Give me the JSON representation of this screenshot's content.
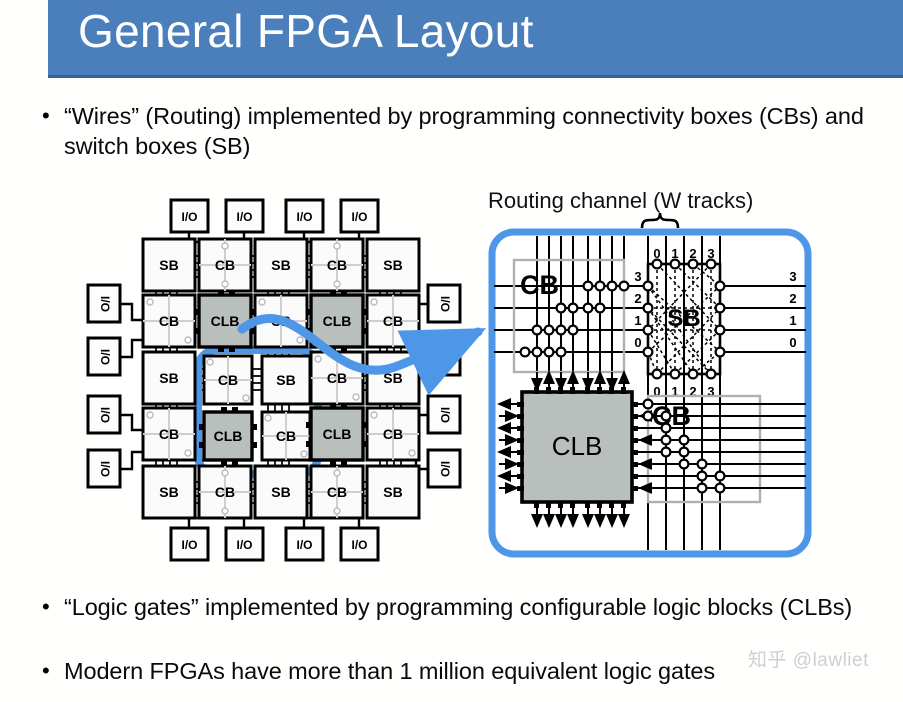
{
  "slide": {
    "title": "General FPGA Layout",
    "title_bar_color": "#4a7fbc",
    "background_color": "#fffffe",
    "bullet_marker": "•"
  },
  "bullets": [
    {
      "text": "“Wires” (Routing) implemented by programming connectivity boxes (CBs) and switch boxes (SB)"
    },
    {
      "text": "“Logic gates” implemented by programming configurable logic blocks (CLBs)"
    },
    {
      "text": "Modern FPGAs have more than 1 million equivalent logic gates"
    }
  ],
  "figure": {
    "left_diagram": {
      "caption": "",
      "io_label": "I/O",
      "sb_label": "SB",
      "cb_label": "CB",
      "clb_label": "CLB",
      "io_top_count": 4,
      "io_bottom_count": 4,
      "io_left_count": 4,
      "io_right_count": 4,
      "highlight_color": "#4d96e8",
      "clb_fill": "#b9bfbd",
      "block_fill": "#fbfbfb"
    },
    "right_panel": {
      "heading": "Routing channel (W tracks)",
      "panel_border_color": "#4d96e8",
      "cb_label": "CB",
      "sb_label": "SB",
      "clb_label": "CLB",
      "track_labels_top": [
        "0",
        "1",
        "2",
        "3"
      ],
      "track_labels_bottom": [
        "0",
        "1",
        "2",
        "3"
      ],
      "track_labels_left": [
        "3",
        "2",
        "1",
        "0"
      ],
      "track_labels_right": [
        "3",
        "2",
        "1",
        "0"
      ],
      "clb_fill": "#b9bfbd"
    },
    "connector_arrow_color": "#4d96e8"
  },
  "watermark": {
    "text": "知乎 @lawliet"
  }
}
